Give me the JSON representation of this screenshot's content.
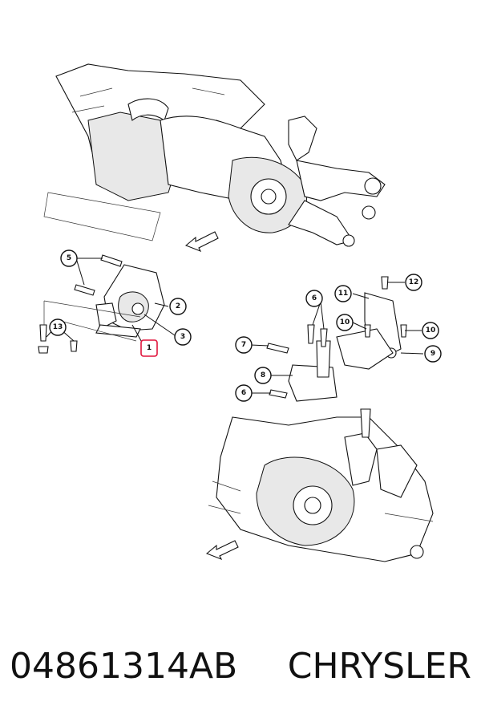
{
  "caption": {
    "part_number": "04861314AB",
    "brand": "CHRYSLER"
  },
  "callouts": {
    "c1": "1",
    "c2": "2",
    "c3": "3",
    "c5": "5",
    "c13": "13",
    "c6a": "6",
    "c6b": "6",
    "c7": "7",
    "c8": "8",
    "c9": "9",
    "c10a": "10",
    "c10b": "10",
    "c11": "11",
    "c12": "12"
  },
  "colors": {
    "highlight": "#e0143c",
    "line": "#111111"
  }
}
